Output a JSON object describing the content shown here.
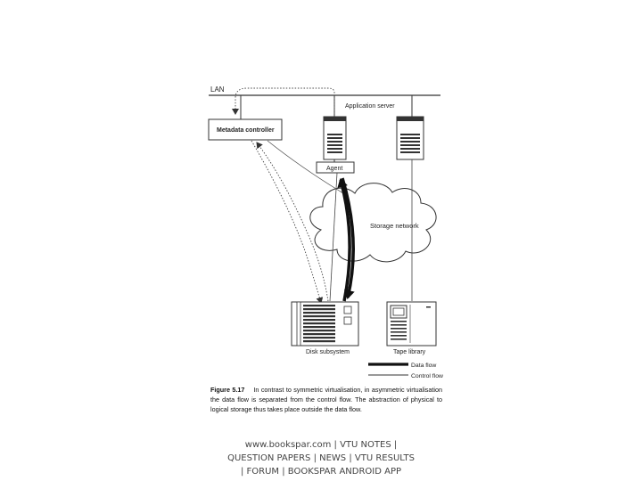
{
  "diagram": {
    "labels": {
      "lan": "LAN",
      "application_server": "Application server",
      "metadata_controller": "Metadata controller",
      "agent": "Agent",
      "storage_network": "Storage network",
      "disk_subsystem": "Disk subsystem",
      "tape_library": "Tape library"
    },
    "legend": {
      "data_flow": "Data flow",
      "control_flow": "Control flow"
    }
  },
  "caption": {
    "figure_number": "Figure 5.17",
    "text": "In contrast to symmetric virtualisation, in asymmetric virtualisation the data flow is separated from the control flow. The abstraction of physical to logical storage thus takes place outside the data flow."
  },
  "footer": {
    "line1": "www.bookspar.com | VTU NOTES |",
    "line2": "QUESTION PAPERS | NEWS | VTU RESULTS",
    "line3": "| FORUM | BOOKSPAR ANDROID APP"
  }
}
